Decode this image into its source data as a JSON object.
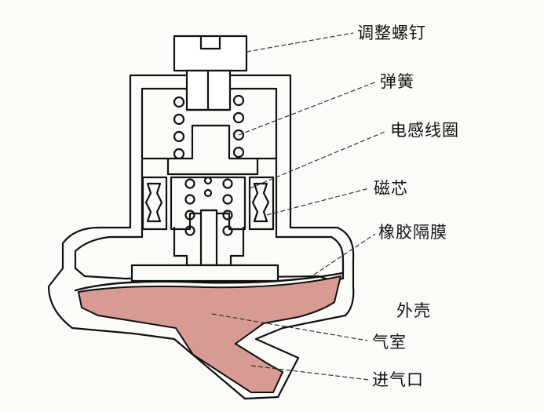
{
  "colors": {
    "background": "#fbfbf8",
    "line": "#111111",
    "gas_chamber": "#d79b93"
  },
  "labels": {
    "adjust_screw": "调整螺钉",
    "spring": "弹簧",
    "inductor_coil": "电感线圈",
    "magnetic_core": "磁芯",
    "rubber_diaphragm": "橡胶隔膜",
    "shell": "外壳",
    "gas_chamber": "气室",
    "gas_inlet": "进气口"
  }
}
